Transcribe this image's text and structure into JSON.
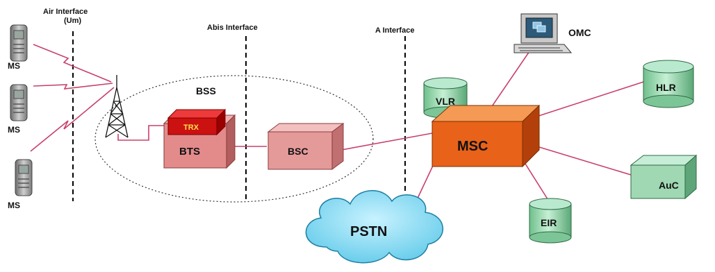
{
  "interfaces": {
    "air_line1": "Air Interface",
    "air_line2": "(Um)",
    "abis": "Abis Interface",
    "a": "A Interface"
  },
  "mobile_stations": [
    "MS",
    "MS",
    "MS"
  ],
  "bss_label": "BSS",
  "nodes": {
    "trx": "TRX",
    "bts": "BTS",
    "bsc": "BSC",
    "msc": "MSC",
    "vlr": "VLR",
    "hlr": "HLR",
    "auc": "AuC",
    "eir": "EIR",
    "omc": "OMC",
    "pstn": "PSTN"
  },
  "colors": {
    "link": "#c8406a",
    "bts": "#e38b8b",
    "trx": "#cc1111",
    "bsc": "#e59a9a",
    "msc": "#e8621a",
    "database": "#9fd8b2",
    "pstn": "#7fd8ef"
  }
}
